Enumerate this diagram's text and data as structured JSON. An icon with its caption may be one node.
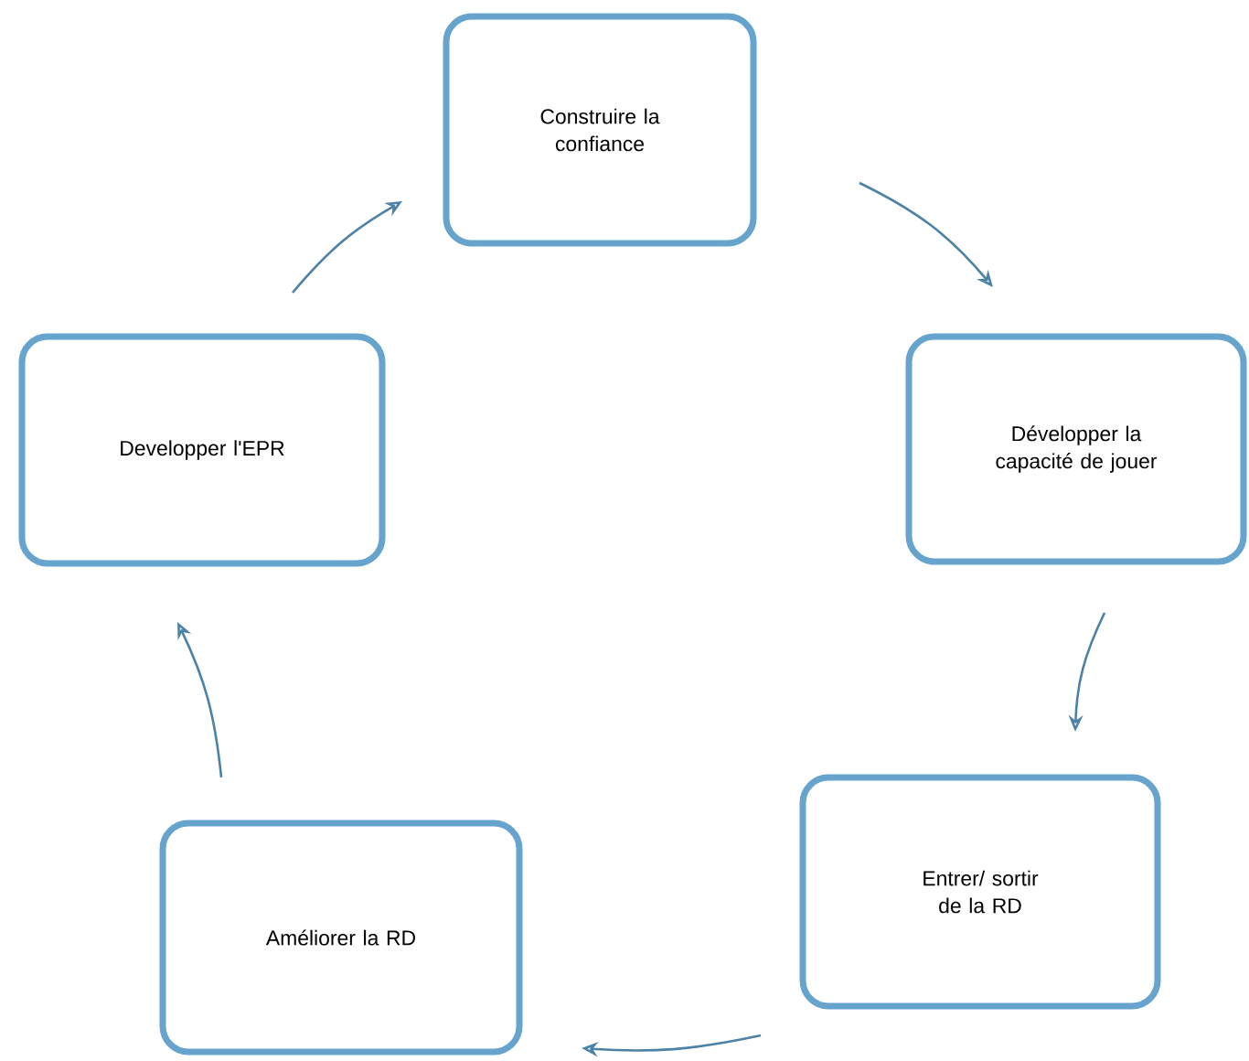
{
  "diagram": {
    "nodes": [
      {
        "text": [
          "Construire la confiance"
        ]
      },
      {
        "text": [
          "Développer la capacité de jouer"
        ]
      },
      {
        "text": [
          "Entrer/ sortir de la RD"
        ]
      },
      {
        "text": [
          "Améliorer la RD"
        ]
      },
      {
        "text": [
          "Developper l'EPR"
        ]
      }
    ],
    "edges": [
      {
        "from": 0,
        "to": 1,
        "arrow": "to"
      },
      {
        "from": 1,
        "to": 2,
        "arrow": "to"
      },
      {
        "from": 2,
        "to": 3,
        "arrow": "to"
      },
      {
        "from": 3,
        "to": 4,
        "arrow": "to"
      },
      {
        "from": 4,
        "to": 0,
        "arrow": "to"
      }
    ]
  }
}
